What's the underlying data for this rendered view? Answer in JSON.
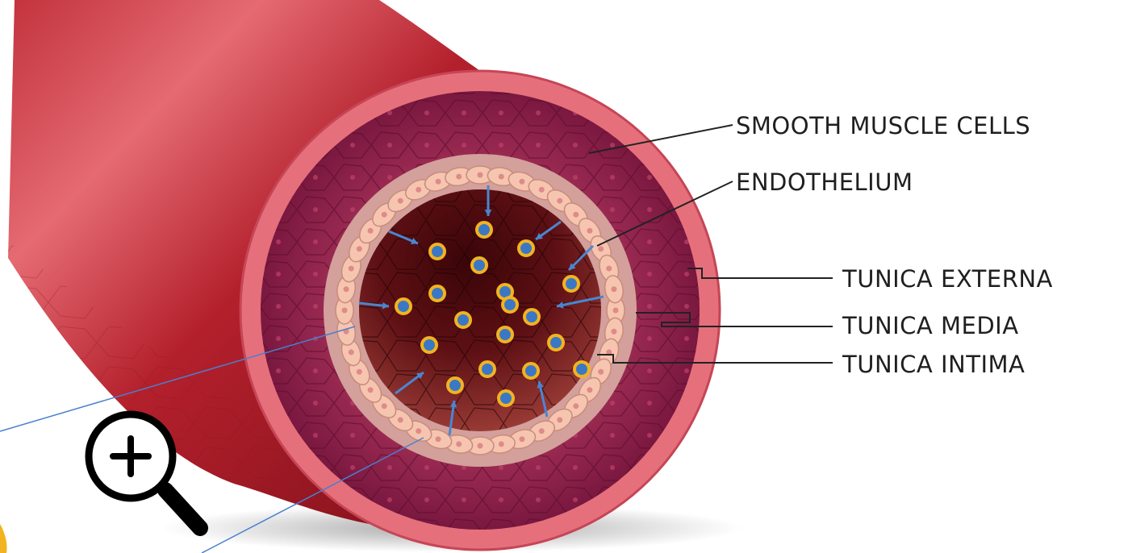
{
  "labels": {
    "smooth_muscle": "SMOOTH MUSCLE CELLS",
    "endothelium": "ENDOTHELIUM",
    "tunica_externa": "TUNICA EXTERNA",
    "tunica_media": "TUNICA MEDIA",
    "tunica_intima": "TUNICA INTIMA"
  },
  "icons": {
    "zoom": "zoom-in-icon"
  },
  "colors": {
    "vessel_outer": "#b0212d",
    "externa": "#e8707a",
    "media": "#8e1f4a",
    "intima_ring": "#d6a09a",
    "endothelial_cell": "#f6c8b2",
    "lumen": "#5a0f12",
    "particle_ring": "#f2b320",
    "particle_core": "#3a78c6",
    "arrow": "#4a86d0"
  }
}
